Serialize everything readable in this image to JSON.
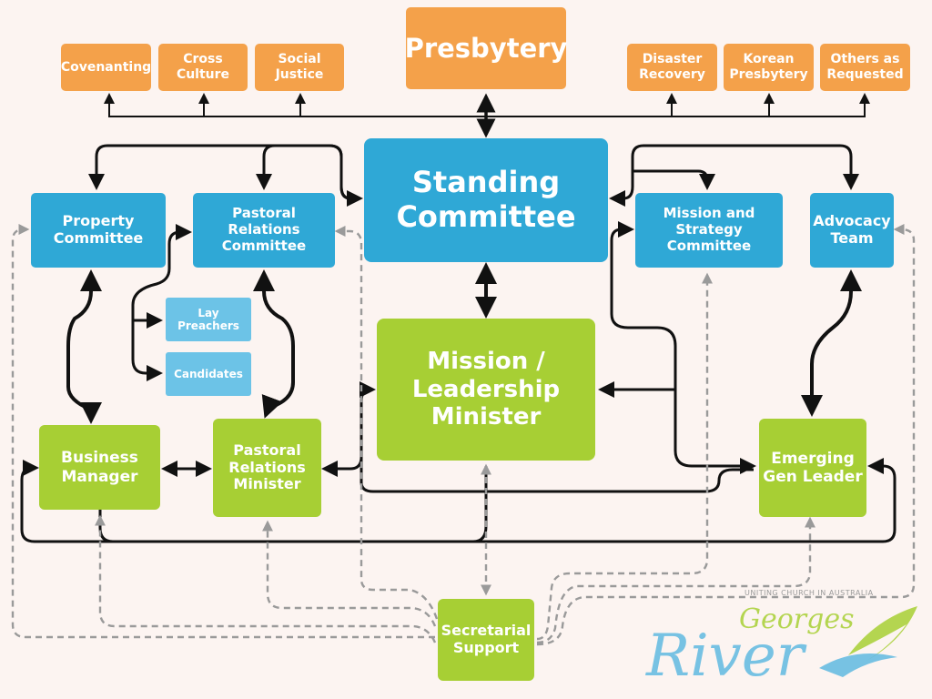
{
  "nodes": {
    "presbytery": "Presbytery",
    "covenanting": "Covenanting",
    "cross_culture": "Cross\nCulture",
    "social_justice": "Social\nJustice",
    "disaster_recovery": "Disaster\nRecovery",
    "korean_presbytery": "Korean\nPresbytery",
    "others_requested": "Others as\nRequested",
    "standing_committee": "Standing\nCommittee",
    "property_committee": "Property\nCommittee",
    "pastoral_relations_committee": "Pastoral Relations\nCommittee",
    "mission_strategy_committee": "Mission and\nStrategy Committee",
    "advocacy_team": "Advocacy\nTeam",
    "lay_preachers": "Lay Preachers",
    "candidates": "Candidates",
    "mission_leadership_minister": "Mission /\nLeadership\nMinister",
    "business_manager": "Business\nManager",
    "pastoral_relations_minister": "Pastoral\nRelations\nMinister",
    "emerging_gen_leader": "Emerging\nGen Leader",
    "secretarial_support": "Secretarial\nSupport"
  },
  "logo": {
    "tagline": "UNITING CHURCH IN AUSTRALIA",
    "line1": "Georges",
    "line2": "River"
  },
  "colors": {
    "orange": "#f4a14a",
    "blue": "#2fa8d6",
    "light_blue": "#6cc3e7",
    "green": "#a7cf34",
    "solid_connector": "#111111",
    "dashed_connector": "#9a9a9a",
    "logo_blue": "#5fb8e0",
    "logo_green": "#a7cf34"
  }
}
